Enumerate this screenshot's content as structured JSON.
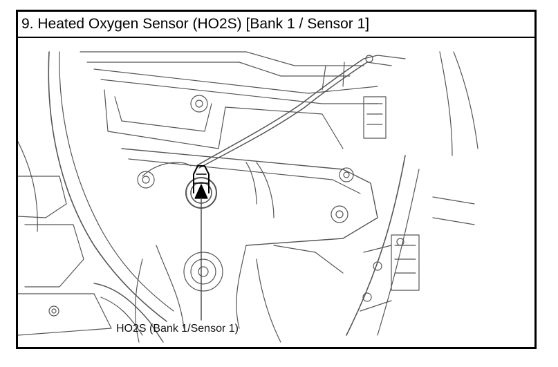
{
  "figure": {
    "title": "9. Heated Oxygen Sensor (HO2S) [Bank 1 / Sensor 1]",
    "callout_label": "HO2S (Bank 1/Sensor 1)"
  },
  "icons": {
    "engine-drawing": "engine-line-art",
    "sensor": "oxygen-sensor-icon"
  },
  "colors": {
    "line": "#000000",
    "drawing": "#555555",
    "background": "#ffffff"
  }
}
